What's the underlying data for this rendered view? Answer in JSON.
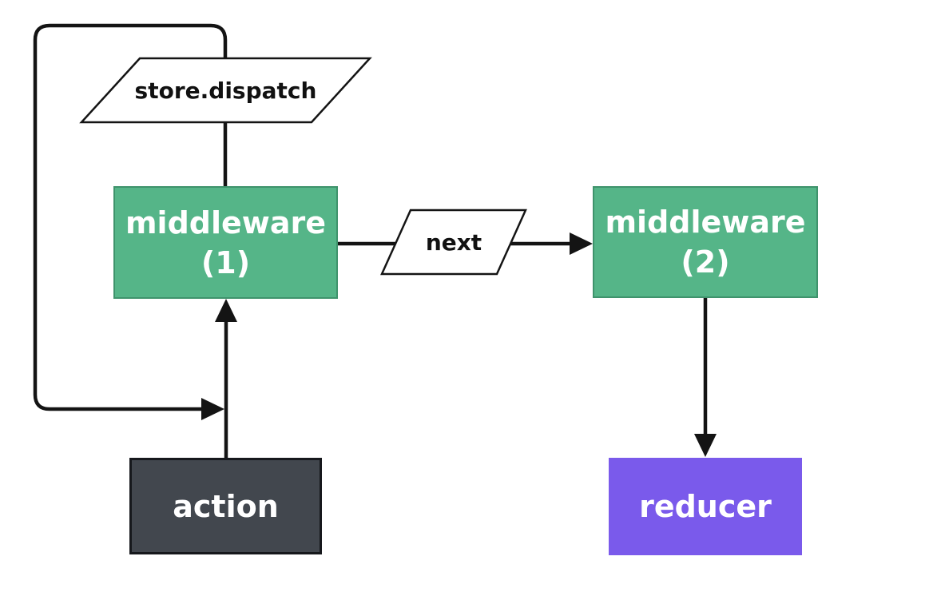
{
  "diagram": {
    "type": "flowchart",
    "background": "#ffffff",
    "nodes": {
      "store_dispatch": {
        "label": "store.dispatch",
        "shape": "parallelogram",
        "fill": "#ffffff",
        "text_color": "#111111"
      },
      "middleware_1": {
        "label_line1": "middleware",
        "label_line2": "(1)",
        "shape": "rect",
        "fill": "#55b588",
        "text_color": "#ffffff"
      },
      "next": {
        "label": "next",
        "shape": "parallelogram",
        "fill": "#ffffff",
        "text_color": "#111111"
      },
      "middleware_2": {
        "label_line1": "middleware",
        "label_line2": "(2)",
        "shape": "rect",
        "fill": "#55b588",
        "text_color": "#ffffff"
      },
      "action": {
        "label": "action",
        "shape": "rect",
        "fill": "#42474e",
        "text_color": "#ffffff"
      },
      "reducer": {
        "label": "reducer",
        "shape": "rect",
        "fill": "#7a5aeb",
        "text_color": "#ffffff"
      }
    },
    "edges": [
      {
        "from": "action",
        "to": "middleware_1",
        "arrow": "up"
      },
      {
        "from": "middleware_1",
        "through": "next",
        "to": "middleware_2",
        "arrow": "right"
      },
      {
        "from": "middleware_2",
        "to": "reducer",
        "arrow": "down"
      },
      {
        "from": "middleware_1",
        "through": "store_dispatch",
        "to": "middleware_1_input",
        "arrow": "right",
        "style": "loop"
      }
    ],
    "colors": {
      "line": "#141414",
      "green": "#55b588",
      "dark": "#42474e",
      "purple": "#7a5aeb",
      "shape_fill": "#ffffff"
    }
  }
}
